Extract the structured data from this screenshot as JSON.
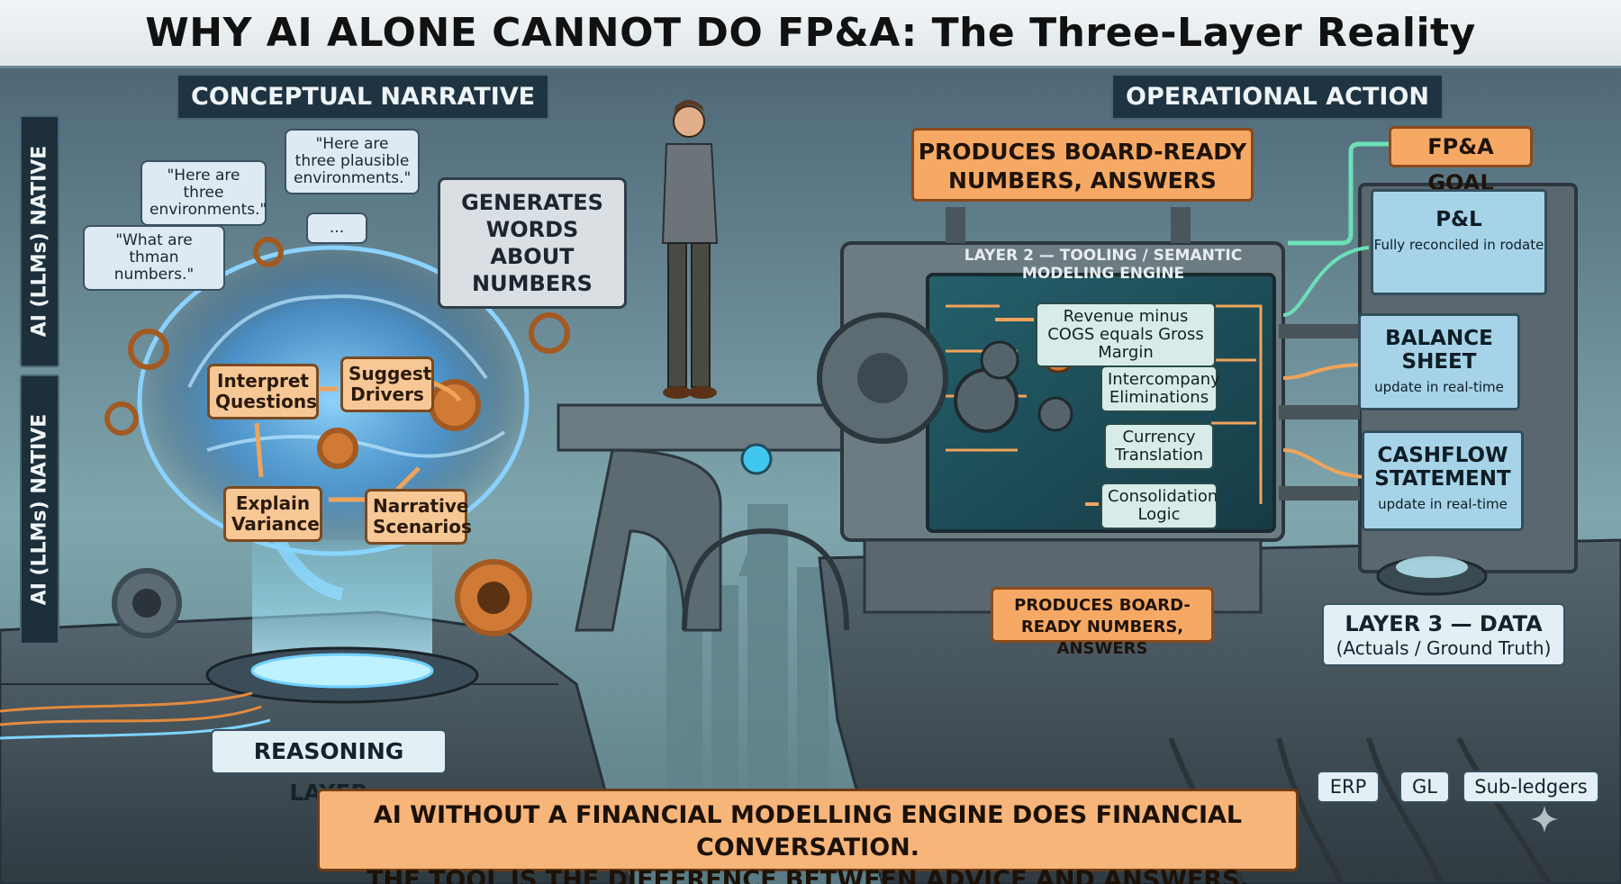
{
  "title": "WHY AI ALONE CANNOT DO FP&A: The Three-Layer Reality",
  "section_left": "CONCEPTUAL NARRATIVE",
  "section_right": "OPERATIONAL ACTION",
  "vertical_tabs": [
    "AI (LLMs) NATIVE",
    "AI (LLMs)  NATIVE"
  ],
  "speech_bubbles": {
    "what_are": "\"What are thman numbers.\"",
    "three_env": "\"Here are three environments.\"",
    "plausible": "\"Here are three plausible environments.\"",
    "ellipsis": "...",
    "generates_words": "GENERATES WORDS ABOUT NUMBERS"
  },
  "reasoning_nodes": {
    "interpret": "Interpret Questions",
    "suggest": "Suggest Drivers",
    "explain": "Explain Variance",
    "narrative": "Narrative Scenarios"
  },
  "reasoning_layer_label": "REASONING LAYER",
  "callout_top": "PRODUCES BOARD-READY NUMBERS, ANSWERS",
  "callout_bottom": "PRODUCES BOARD-READY NUMBERS, ANSWERS",
  "engine": {
    "title": "LAYER 2 — TOOLING / SEMANTIC MODELING ENGINE",
    "steps": {
      "revenue": "Revenue minus COGS equals Gross Margin",
      "interco": "Intercompany Eliminations",
      "currency": "Currency Translation",
      "consolidation": "Consolidation Logic"
    }
  },
  "goal_label": "FP&A GOAL",
  "statements": {
    "pl": {
      "head": "P&L",
      "sub": "Fully reconciled in rodate"
    },
    "bs": {
      "head": "BALANCE SHEET",
      "sub": "update in real-time"
    },
    "cf": {
      "head": "CASHFLOW STATEMENT",
      "sub": "update in real-time"
    }
  },
  "data_layer": {
    "title": "LAYER 3 — DATA",
    "subtitle": "(Actuals / Ground Truth)"
  },
  "sources": [
    "ERP",
    "GL",
    "Sub-ledgers"
  ],
  "bottom_banner": {
    "line1": "AI WITHOUT A FINANCIAL MODELLING ENGINE DOES FINANCIAL CONVERSATION.",
    "line2": "THE TOOL IS THE DIFFERENCE BETWEEN ADVICE AND ANSWERS."
  },
  "colors": {
    "accent_orange": "#f6a964",
    "brain_glow": "#5ab8ff",
    "screen_teal": "#1e4f5a",
    "statement_blue": "#a6d3e8"
  }
}
